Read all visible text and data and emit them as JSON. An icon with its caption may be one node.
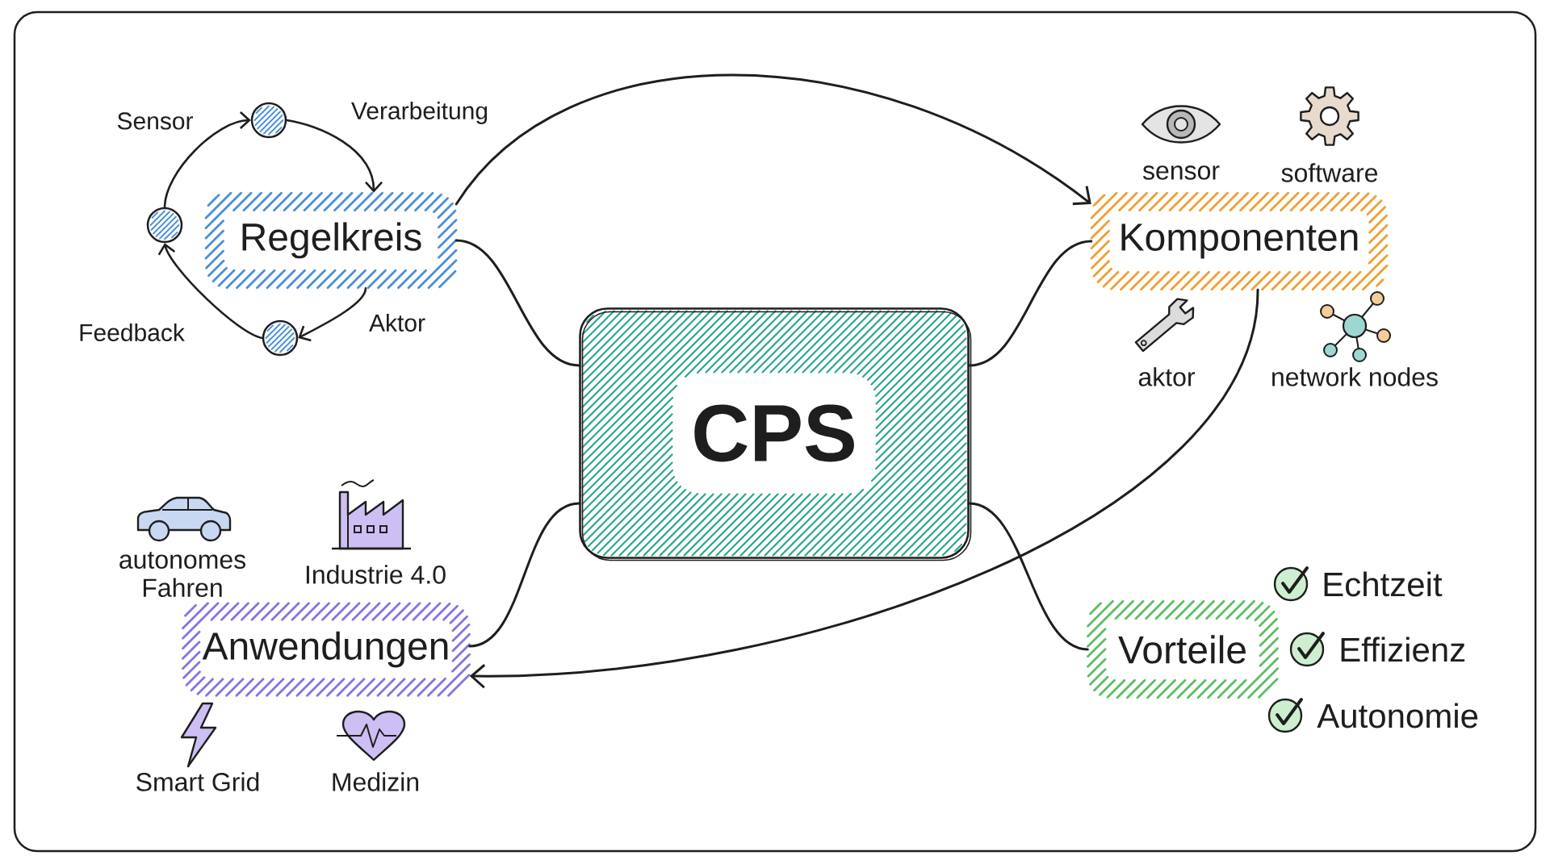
{
  "diagram": {
    "nodes": [
      {
        "text": [
          "Regelkreis"
        ]
      },
      {
        "text": [],
        "shape": "circle"
      },
      {
        "text": [],
        "shape": "circle"
      },
      {
        "text": [],
        "shape": "circle"
      },
      {
        "text": [
          "Komponenten"
        ],
        "beside": [
          "sensor",
          "software",
          "aktor",
          "network nodes"
        ]
      },
      {
        "text": [
          "CPS"
        ]
      },
      {
        "text": [
          "Anwendungen"
        ],
        "beside": [
          "autonomes Fahren",
          "Industrie 4.0",
          "Smart Grid",
          "Medizin"
        ]
      },
      {
        "text": [
          "Vorteile"
        ],
        "beside": [
          "Echtzeit",
          "Effizienz",
          "Autonomie"
        ]
      }
    ],
    "edges": [
      {
        "from": 2,
        "to": 1,
        "arrow": "to",
        "label": "Sensor"
      },
      {
        "from": 1,
        "to": 0,
        "arrow": "to",
        "label": "Verarbeitung"
      },
      {
        "from": 0,
        "to": 3,
        "arrow": "to",
        "label": "Aktor"
      },
      {
        "from": 3,
        "to": 2,
        "arrow": "to",
        "label": "Feedback"
      },
      {
        "from": 5,
        "to": 0,
        "arrow": "none"
      },
      {
        "from": 5,
        "to": 4,
        "arrow": "none"
      },
      {
        "from": 5,
        "to": 6,
        "arrow": "none"
      },
      {
        "from": 5,
        "to": 7,
        "arrow": "none"
      },
      {
        "from": 0,
        "to": 4,
        "arrow": "to"
      },
      {
        "from": 4,
        "to": 6,
        "arrow": "to"
      }
    ]
  }
}
